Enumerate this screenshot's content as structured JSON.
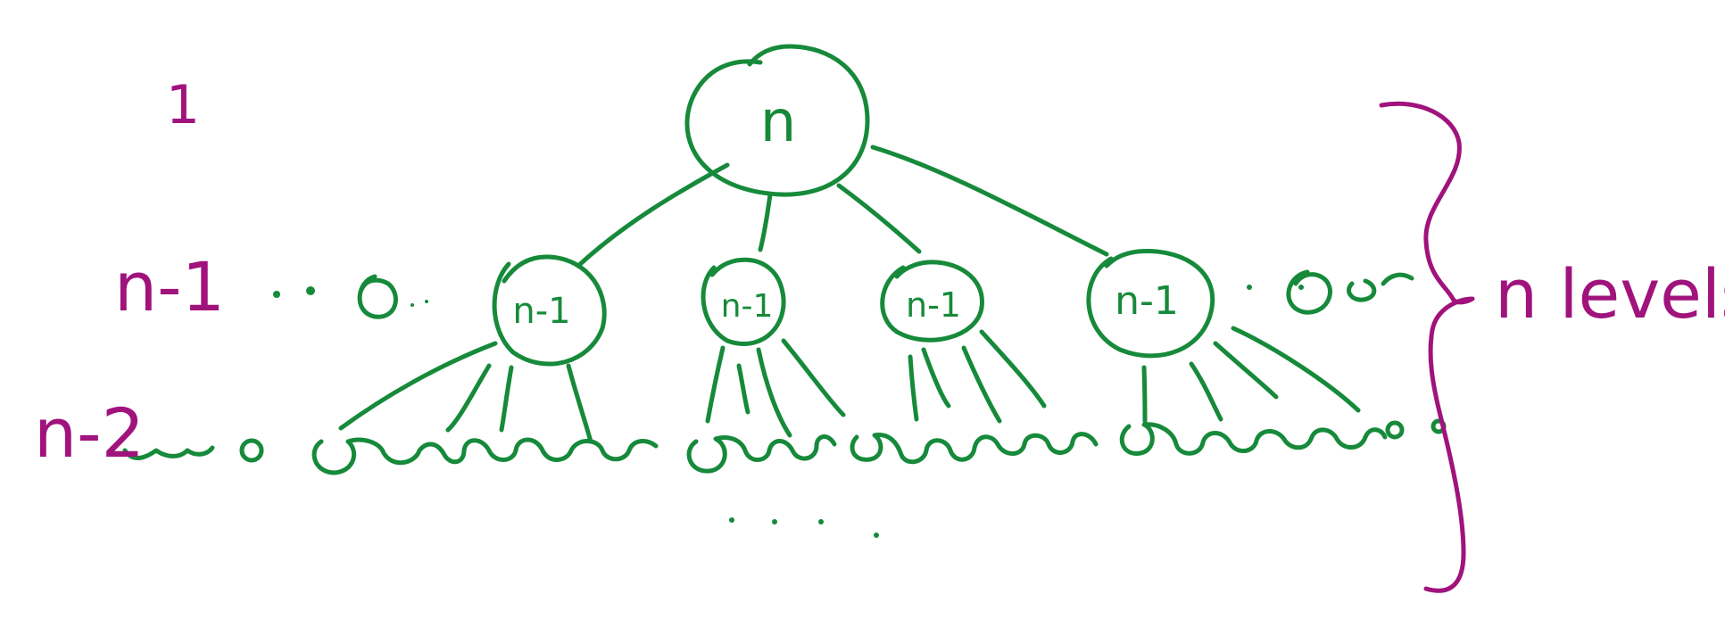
{
  "diagram": {
    "root": {
      "label": "n"
    },
    "children": [
      {
        "label": "n-1"
      },
      {
        "label": "n-1"
      },
      {
        "label": "n-1"
      },
      {
        "label": "n-1"
      }
    ],
    "levels": [
      {
        "label": "1"
      },
      {
        "label": "n-1"
      },
      {
        "label": "n-2"
      }
    ],
    "brace_label": "n levels",
    "colors": {
      "tree": "#168a3a",
      "annotation": "#a0137c",
      "background": "#ffffff"
    }
  }
}
